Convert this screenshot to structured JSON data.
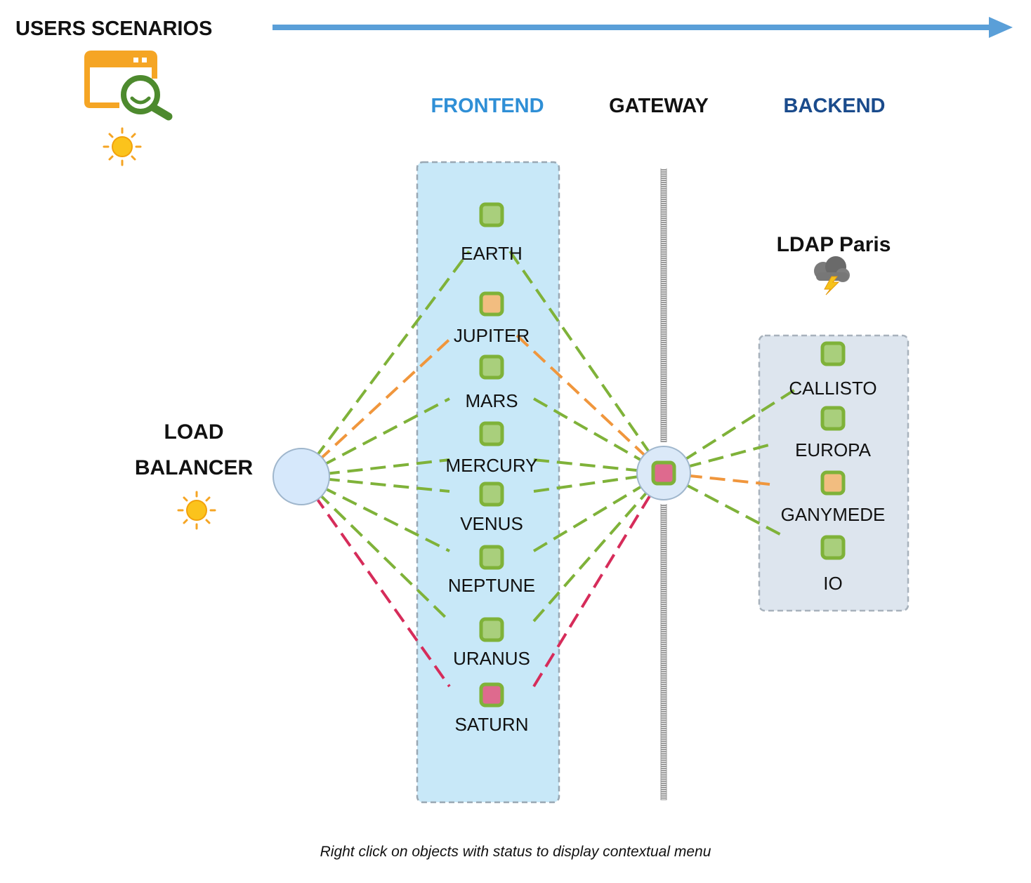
{
  "header": {
    "title": "USERS SCENARIOS",
    "timeline_icon": "arrow-right-icon",
    "scenario_icon": "browser-search-icon",
    "weather_icon": "sun-icon"
  },
  "columns": {
    "frontend": "FRONTEND",
    "gateway": "GATEWAY",
    "backend": "BACKEND"
  },
  "load_balancer": {
    "line1": "LOAD",
    "line2": "BALANCER",
    "weather_icon": "sun-icon"
  },
  "ldap": {
    "title": "LDAP Paris",
    "weather_icon": "storm-cloud-icon"
  },
  "frontend_nodes": [
    {
      "label": "EARTH",
      "status": "ok"
    },
    {
      "label": "JUPITER",
      "status": "warning"
    },
    {
      "label": "MARS",
      "status": "ok"
    },
    {
      "label": "MERCURY",
      "status": "ok"
    },
    {
      "label": "VENUS",
      "status": "ok"
    },
    {
      "label": "NEPTUNE",
      "status": "ok"
    },
    {
      "label": "URANUS",
      "status": "ok"
    },
    {
      "label": "SATURN",
      "status": "critical"
    }
  ],
  "gateway_status": "critical",
  "backend_nodes": [
    {
      "label": "CALLISTO",
      "status": "ok"
    },
    {
      "label": "EUROPA",
      "status": "ok"
    },
    {
      "label": "GANYMEDE",
      "status": "warning"
    },
    {
      "label": "IO",
      "status": "ok"
    }
  ],
  "colors": {
    "ok": "#7fb239",
    "ok_fill": "#a9cf7c",
    "warning": "#f0963c",
    "warning_fill": "#f2bd80",
    "critical": "#d62c5a",
    "critical_fill": "#de6a8e",
    "frontend_title": "#2f8fd6",
    "backend_title": "#1a4b8c",
    "timeline": "#5a9fd8",
    "frontend_zone": "#c8e8f8",
    "backend_zone": "#dde5ee"
  },
  "footer": {
    "caption": "Right click on objects with status to display contextual menu"
  }
}
